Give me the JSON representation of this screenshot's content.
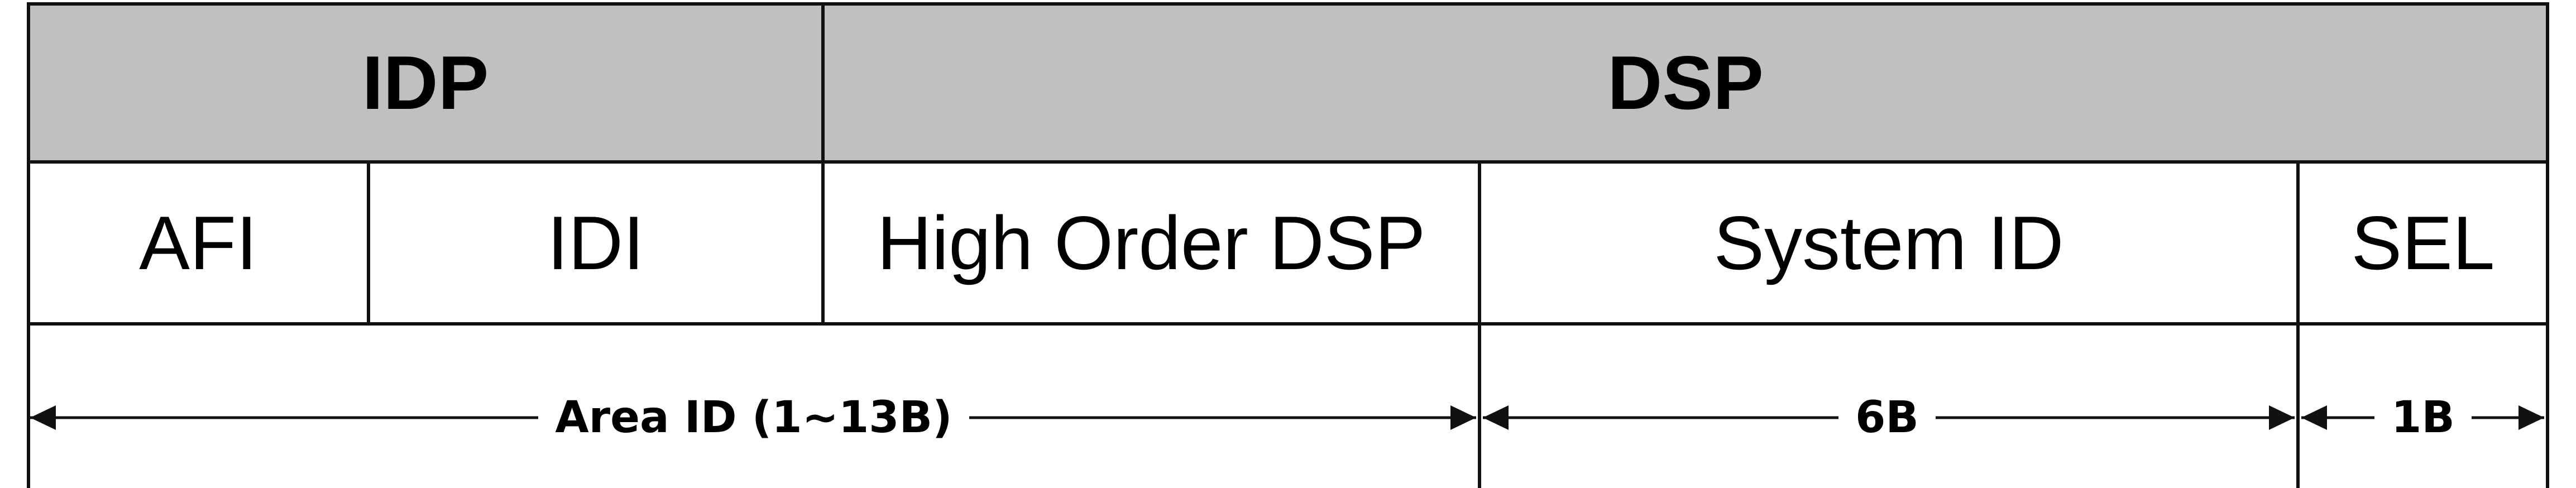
{
  "header": {
    "idp_label": "IDP",
    "dsp_label": "DSP",
    "fill_color": "#c0c0c0"
  },
  "fields": {
    "afi_label": "AFI",
    "idi_label": "IDI",
    "high_order_dsp_label": "High Order DSP",
    "system_id_label": "System ID",
    "sel_label": "SEL"
  },
  "spans": {
    "area_id_label": "Area ID (1~13B)",
    "system_id_size_label": "6B",
    "sel_size_label": "1B"
  },
  "colors": {
    "line": "#111111",
    "background": "#ffffff"
  }
}
